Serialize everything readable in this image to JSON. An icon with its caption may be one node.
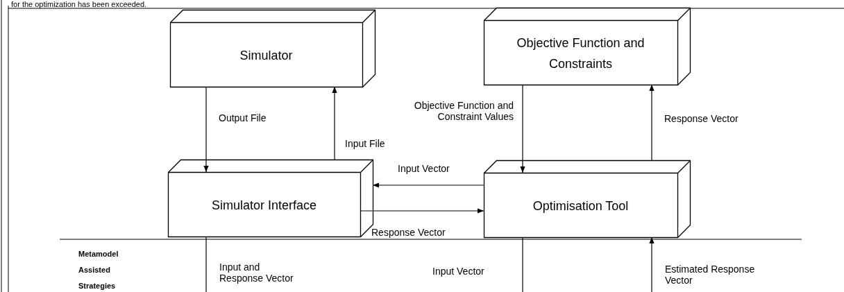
{
  "diagram": {
    "nodes": [
      {
        "text": [
          "Simulator"
        ]
      },
      {
        "text": [
          "Objective Function and Constraints"
        ]
      },
      {
        "text": [
          "Simulator Interface"
        ]
      },
      {
        "text": [
          "Optimisation Tool"
        ]
      }
    ],
    "edges": [
      {
        "from": 0,
        "to": 2,
        "arrow": "to",
        "label": "Output File"
      },
      {
        "from": 2,
        "to": 0,
        "arrow": "to",
        "label": "Input File"
      },
      {
        "from": 1,
        "to": 3,
        "arrow": "to",
        "label": "Objective Function and Constraint Values"
      },
      {
        "from": 3,
        "to": 1,
        "arrow": "to",
        "label": "Response Vector"
      },
      {
        "from": 3,
        "to": 2,
        "arrow": "to",
        "label": "Input Vector"
      },
      {
        "from": 2,
        "to": 3,
        "arrow": "to",
        "label": "Response Vector"
      },
      {
        "from": 2,
        "to": null,
        "arrow": "none",
        "label": "Input and Response Vector"
      },
      {
        "from": 3,
        "to": null,
        "arrow": "none",
        "label": "Input Vector"
      },
      {
        "from": null,
        "to": 3,
        "arrow": "to",
        "label": "Estimated Response Vector"
      }
    ],
    "labels": [
      "for the optimization has been exceeded.",
      "Metamodel Assisted Strategies"
    ]
  }
}
